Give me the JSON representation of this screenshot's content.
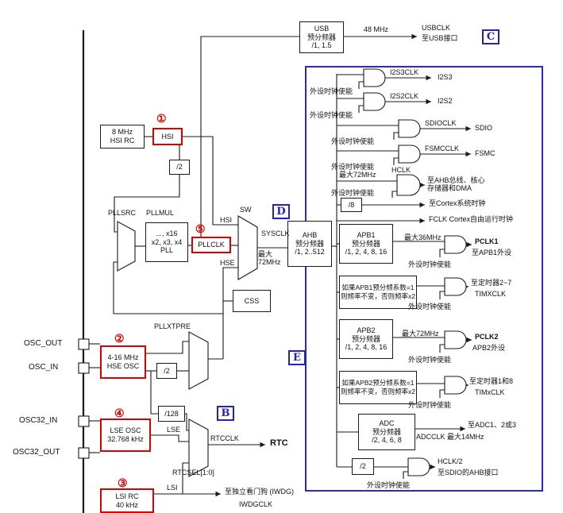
{
  "colors": {
    "highlight_red": "#dd0000",
    "reference_blue": "#2323bb"
  },
  "labels": {
    "usb_prescaler": "USB\n预分频器\n/1, 1.5",
    "mhz48": "48 MHz",
    "usbclk": "USBCLK",
    "to_usb": "至USB接口",
    "c": "C",
    "d": "D",
    "b": "B",
    "e": "E",
    "n1": "①",
    "n2": "②",
    "n3": "③",
    "n4": "④",
    "n5": "⑤",
    "hsi_rc": "8 MHz\nHSI RC",
    "hsi": "HSI",
    "div2": "/2",
    "div8": "/8",
    "div128": "/128",
    "pllsrc": "PLLSRC",
    "pllmul": "PLLMUL",
    "pll": "..., x16\nx2, x3, x4\nPLL",
    "pllclk": "PLLCLK",
    "sw": "SW",
    "mux_hsi": "HSI",
    "mux_hse": "HSE",
    "sysclk": "SYSCLK",
    "max72_2l": "最大\n72MHz",
    "ahb": "AHB\n预分频器\n/1, 2..512",
    "css": "CSS",
    "periph_en": "外设时钟使能",
    "i2s3clk": "I2S3CLK",
    "i2s3": "I2S3",
    "i2s2clk": "I2S2CLK",
    "i2s2": "I2S2",
    "sdioclk": "SDIOCLK",
    "sdio": "SDIO",
    "fsmcclk": "FSMCCLK",
    "fsmc": "FSMC",
    "max72": "最大72MHz",
    "hclk": "HCLK",
    "to_ahb_bus": "至AHB总线、核心\n存储器和DMA",
    "to_cortex": "至Cortex系统时钟",
    "fclk": "FCLK Cortex自由运行时钟",
    "apb1": "APB1\n预分频器\n/1, 2, 4, 8, 16",
    "max36": "最大36MHz",
    "pclk1": "PCLK1",
    "to_apb1": "至APB1外设",
    "apb1_note": "如果APB1预分频系数=1\n则频率不变，否则频率x2",
    "to_tim27": "至定时器2~7",
    "timxclk_u": "TIMXCLK",
    "apb2": "APB2\n预分频器\n/1, 2, 4, 8, 16",
    "pclk2": "PCLK2",
    "apb2_p": "APB2外设",
    "apb2_note": "如果APB2预分频系数=1\n则频率不变，否则频率x2",
    "to_tim18": "至定时器1和8",
    "timxclk_l": "TIMxCLK",
    "adc": "ADC\n预分频器\n/2, 4, 6, 8",
    "adcclk": "ADCCLK 最大14MHz",
    "to_adc": "至ADC1、2或3",
    "hclk2": "HCLK/2",
    "to_sdio_ahb": "至SDIO的AHB接口",
    "osc_out": "OSC_OUT",
    "osc_in": "OSC_IN",
    "hse_osc": "4-16 MHz\nHSE OSC",
    "pllxtpre": "PLLXTPRE",
    "osc32_in": "OSC32_IN",
    "osc32_out": "OSC32_OUT",
    "lse_osc": "LSE OSC\n32.768 kHz",
    "lse": "LSE",
    "rtcclk": "RTCCLK",
    "rtc": "RTC",
    "rtcsel": "RTCSEL[1:0]",
    "lsi_rc": "LSI RC\n40 kHz",
    "lsi": "LSI",
    "to_iwdg": "至独立看门狗 (IWDG)",
    "iwdgclk": "IWDGCLK"
  }
}
